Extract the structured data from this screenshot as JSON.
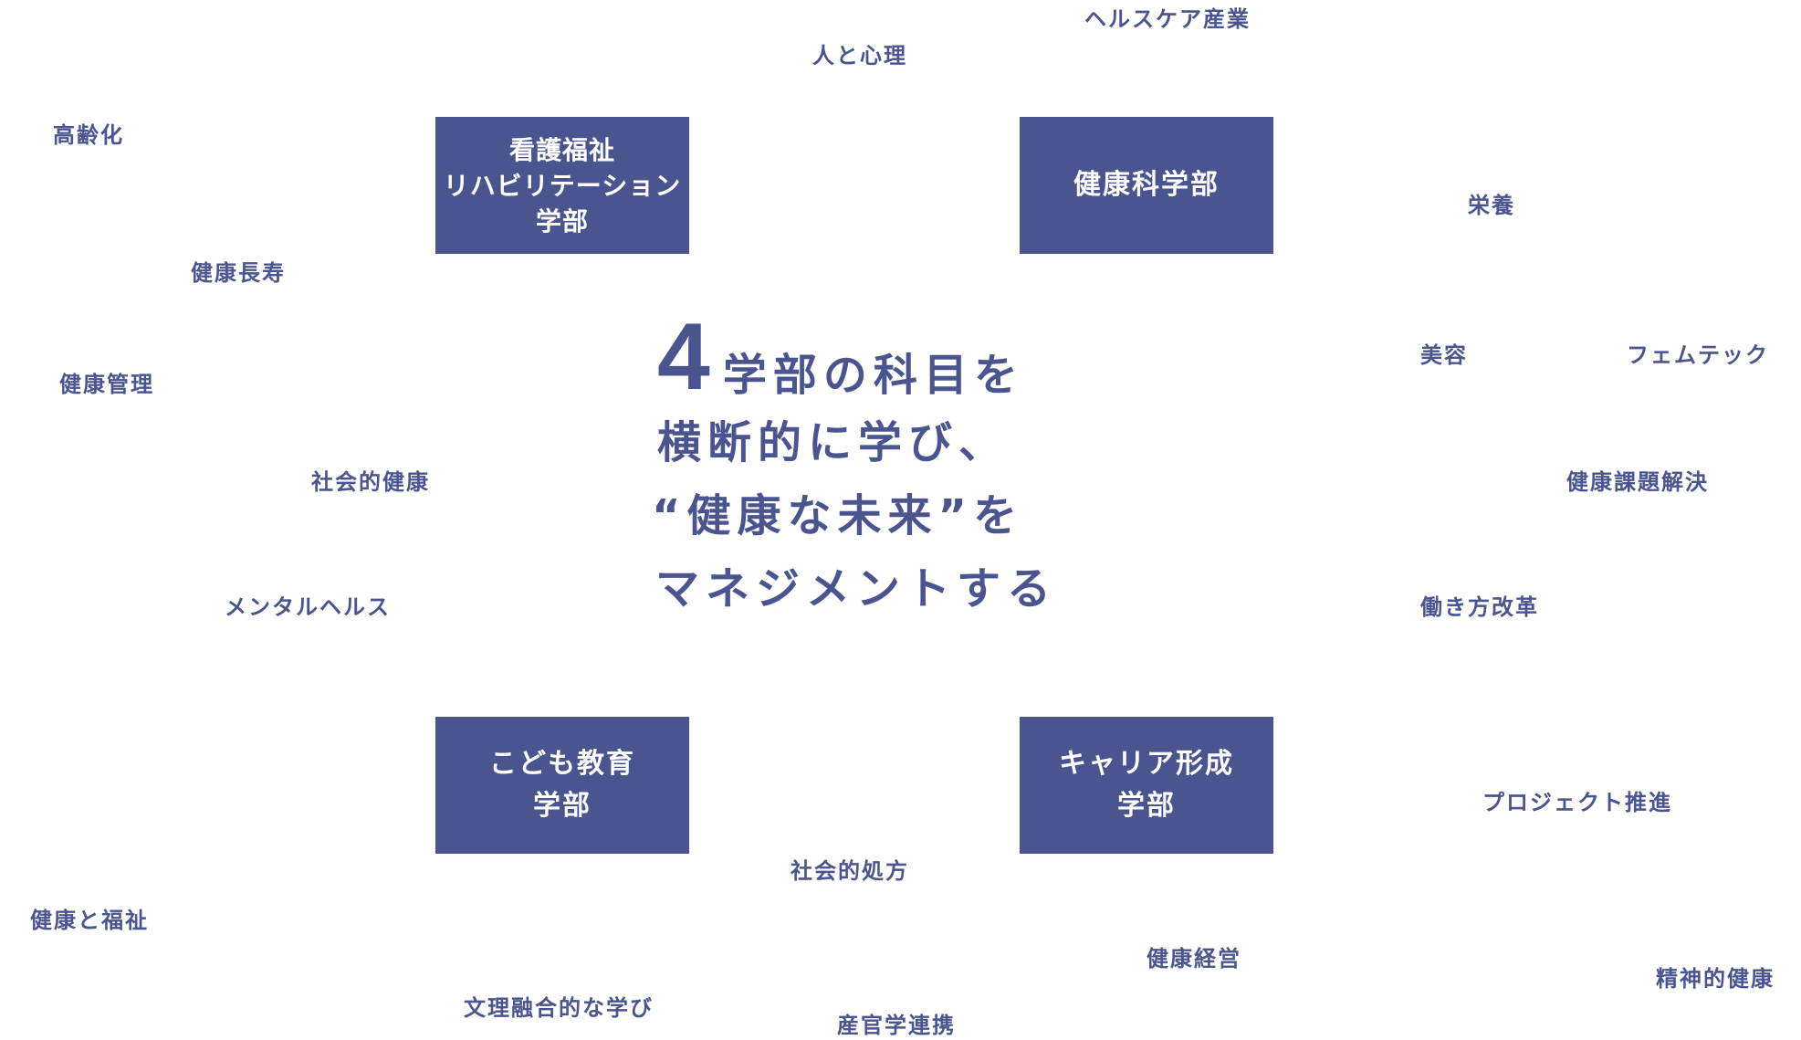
{
  "colors": {
    "primary": "#4a5590",
    "background": "#ffffff",
    "box_text": "#ffffff"
  },
  "faculties": {
    "nursing": [
      "看護福祉",
      "リハビリテーション",
      "学部"
    ],
    "health_science": [
      "健康科学部"
    ],
    "child_education": [
      "こども教育",
      "学部"
    ],
    "career": [
      "キャリア形成",
      "学部"
    ]
  },
  "headline": {
    "number": "4",
    "line1": "学部の科目を",
    "line2": "横断的に学び、",
    "line3": "“健康な未来”を",
    "line4": "マネジメントする"
  },
  "keywords": {
    "healthcare_industry": "ヘルスケア産業",
    "people_psychology": "人と心理",
    "aging": "高齢化",
    "healthy_longevity": "健康長寿",
    "health_management": "健康管理",
    "social_health": "社会的健康",
    "mental_health": "メンタルヘルス",
    "nutrition": "栄養",
    "beauty": "美容",
    "femtech": "フェムテック",
    "health_issue_solving": "健康課題解決",
    "work_style_reform": "働き方改革",
    "project_promotion": "プロジェクト推進",
    "social_prescribing": "社会的処方",
    "health_and_welfare": "健康と福祉",
    "health_management_corp": "健康経営",
    "mental_wellbeing": "精神的健康",
    "interdisciplinary_learning": "文理融合的な学び",
    "industry_academia": "産官学連携"
  }
}
